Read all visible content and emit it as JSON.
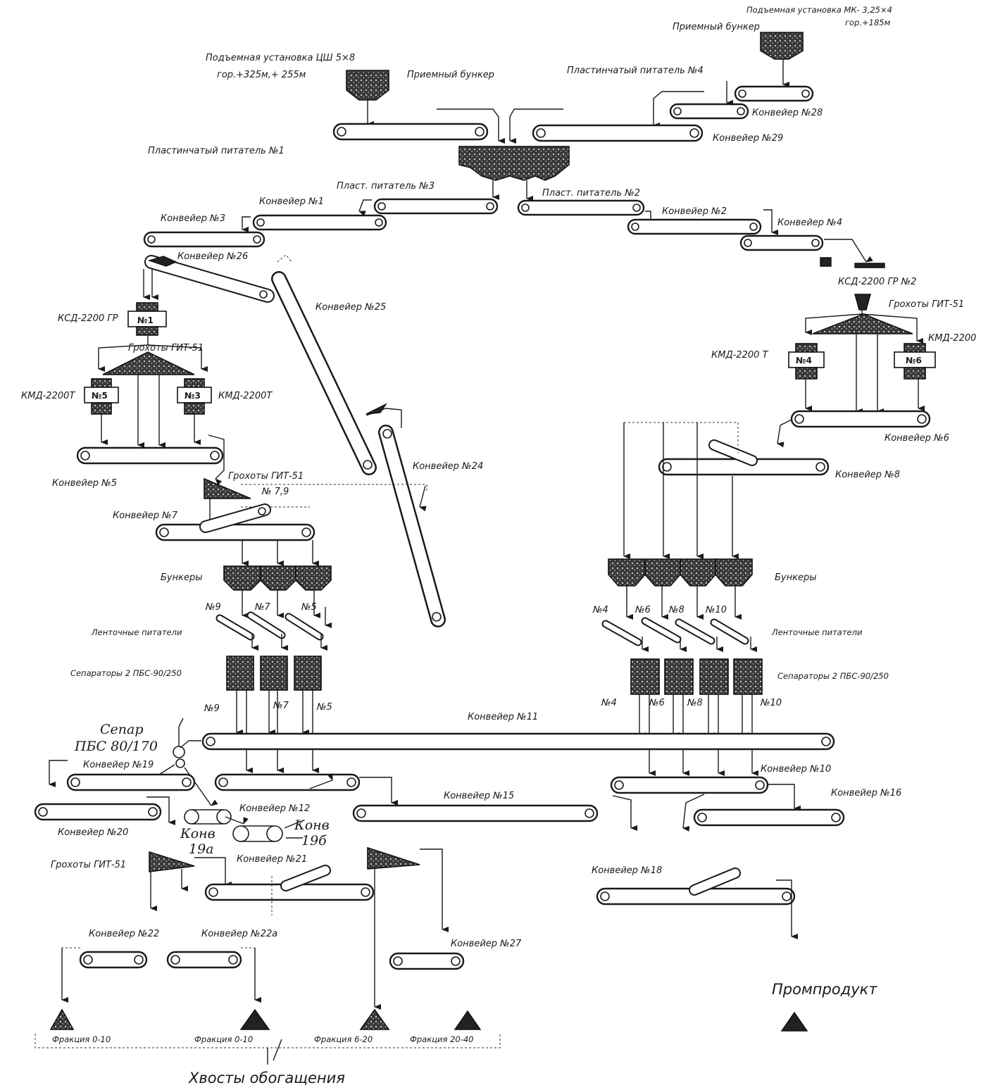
{
  "labels": {
    "lift_mk": "Подъемная установка МК- 3,25×4",
    "lift_mk_level": "гор.+185м",
    "receiving_bunker_right": "Приемный бункер",
    "plate_feeder_4": "Пластинчатый питатель №4",
    "conveyor_28": "Конвейер №28",
    "conveyor_29": "Конвейер №29",
    "lift_tssh": "Подъемная установка ЦШ 5×8",
    "lift_tssh_level": "гор.+325м,+ 255м",
    "receiving_bunker_left": "Приемный бункер",
    "plate_feeder_1": "Пластинчатый питатель №1",
    "plate_feeder_3": "Пласт. питатель №3",
    "plate_feeder_2": "Пласт. питатель №2",
    "conveyor_1": "Конвейер №1",
    "conveyor_3": "Конвейер №3",
    "conveyor_26": "Конвейер №26",
    "conveyor_2": "Конвейер №2",
    "conveyor_4": "Конвейер №4",
    "conveyor_25": "Конвейер №25",
    "ksd_1": "КСД-2200 ГР",
    "ksd_1_num": "№1",
    "ksd_2": "КСД-2200 ГР №2",
    "screens_git_left": "Грохоты ГИТ-51",
    "screens_git_right": "Грохоты ГИТ-51",
    "kmd_5": "КМД-2200Т",
    "kmd_5_num": "№5",
    "kmd_3": "КМД-2200Т",
    "kmd_3_num": "№3",
    "kmd_4": "КМД-2200 Т",
    "kmd_4_num": "№4",
    "kmd_6": "КМД-2200",
    "kmd_6_num": "№6",
    "conveyor_5": "Конвейер №5",
    "conveyor_24": "Конвейер №24",
    "conveyor_6": "Конвейер №6",
    "conveyor_8": "Конвейер №8",
    "screens_git_79": "Грохоты ГИТ-51",
    "screens_git_79_num": "№ 7,9",
    "conveyor_7": "Конвейер №7",
    "bunkers_left": "Бункеры",
    "bunkers_right": "Бункеры",
    "feeders_left_nums": [
      "№9",
      "№7",
      "№5"
    ],
    "feeders_right_nums": [
      "№4",
      "№6",
      "№8",
      "№10"
    ],
    "belt_feeders_left": "Ленточные питатели",
    "belt_feeders_right": "Ленточные питатели",
    "separators_left": "Сепараторы 2 ПБС-90/250",
    "separators_right": "Сепараторы 2 ПБС-90/250",
    "separators_left_nums": [
      "№9",
      "№7",
      "№5"
    ],
    "separators_right_nums": [
      "№4",
      "№6",
      "№8",
      "№10"
    ],
    "conveyor_11": "Конвейер №11",
    "separ_handwritten_1": "Сепар",
    "separ_handwritten_2": "ПБС 80/170",
    "conveyor_19": "Конвейер №19",
    "conveyor_20": "Конвейер №20",
    "conveyor_12": "Конвейер №12",
    "conveyor_15": "Конвейер №15",
    "conveyor_10": "Конвейер №10",
    "conveyor_16": "Конвейер №16",
    "konv_19a_1": "Конв",
    "konv_19a_2": "19а",
    "konv_19b_1": "Конв",
    "konv_19b_2": "19б",
    "screens_git_bottom": "Грохоты ГИТ-51",
    "conveyor_21": "Конвейер №21",
    "conveyor_18": "Конвейер №18",
    "conveyor_22": "Конвейер №22",
    "conveyor_22a": "Конвейер №22а",
    "conveyor_27": "Конвейер №27",
    "product_label": "Промпродукт",
    "fraction_1": "Фракция 0-10",
    "fraction_2": "Фракция 0-10",
    "fraction_3": "Фракция 6-20",
    "fraction_4": "Фракция 20-40",
    "tails": "Хвосты обогащения"
  },
  "colors": {
    "ink": "#1a1a1a",
    "material": "#222222",
    "background": "#ffffff"
  }
}
